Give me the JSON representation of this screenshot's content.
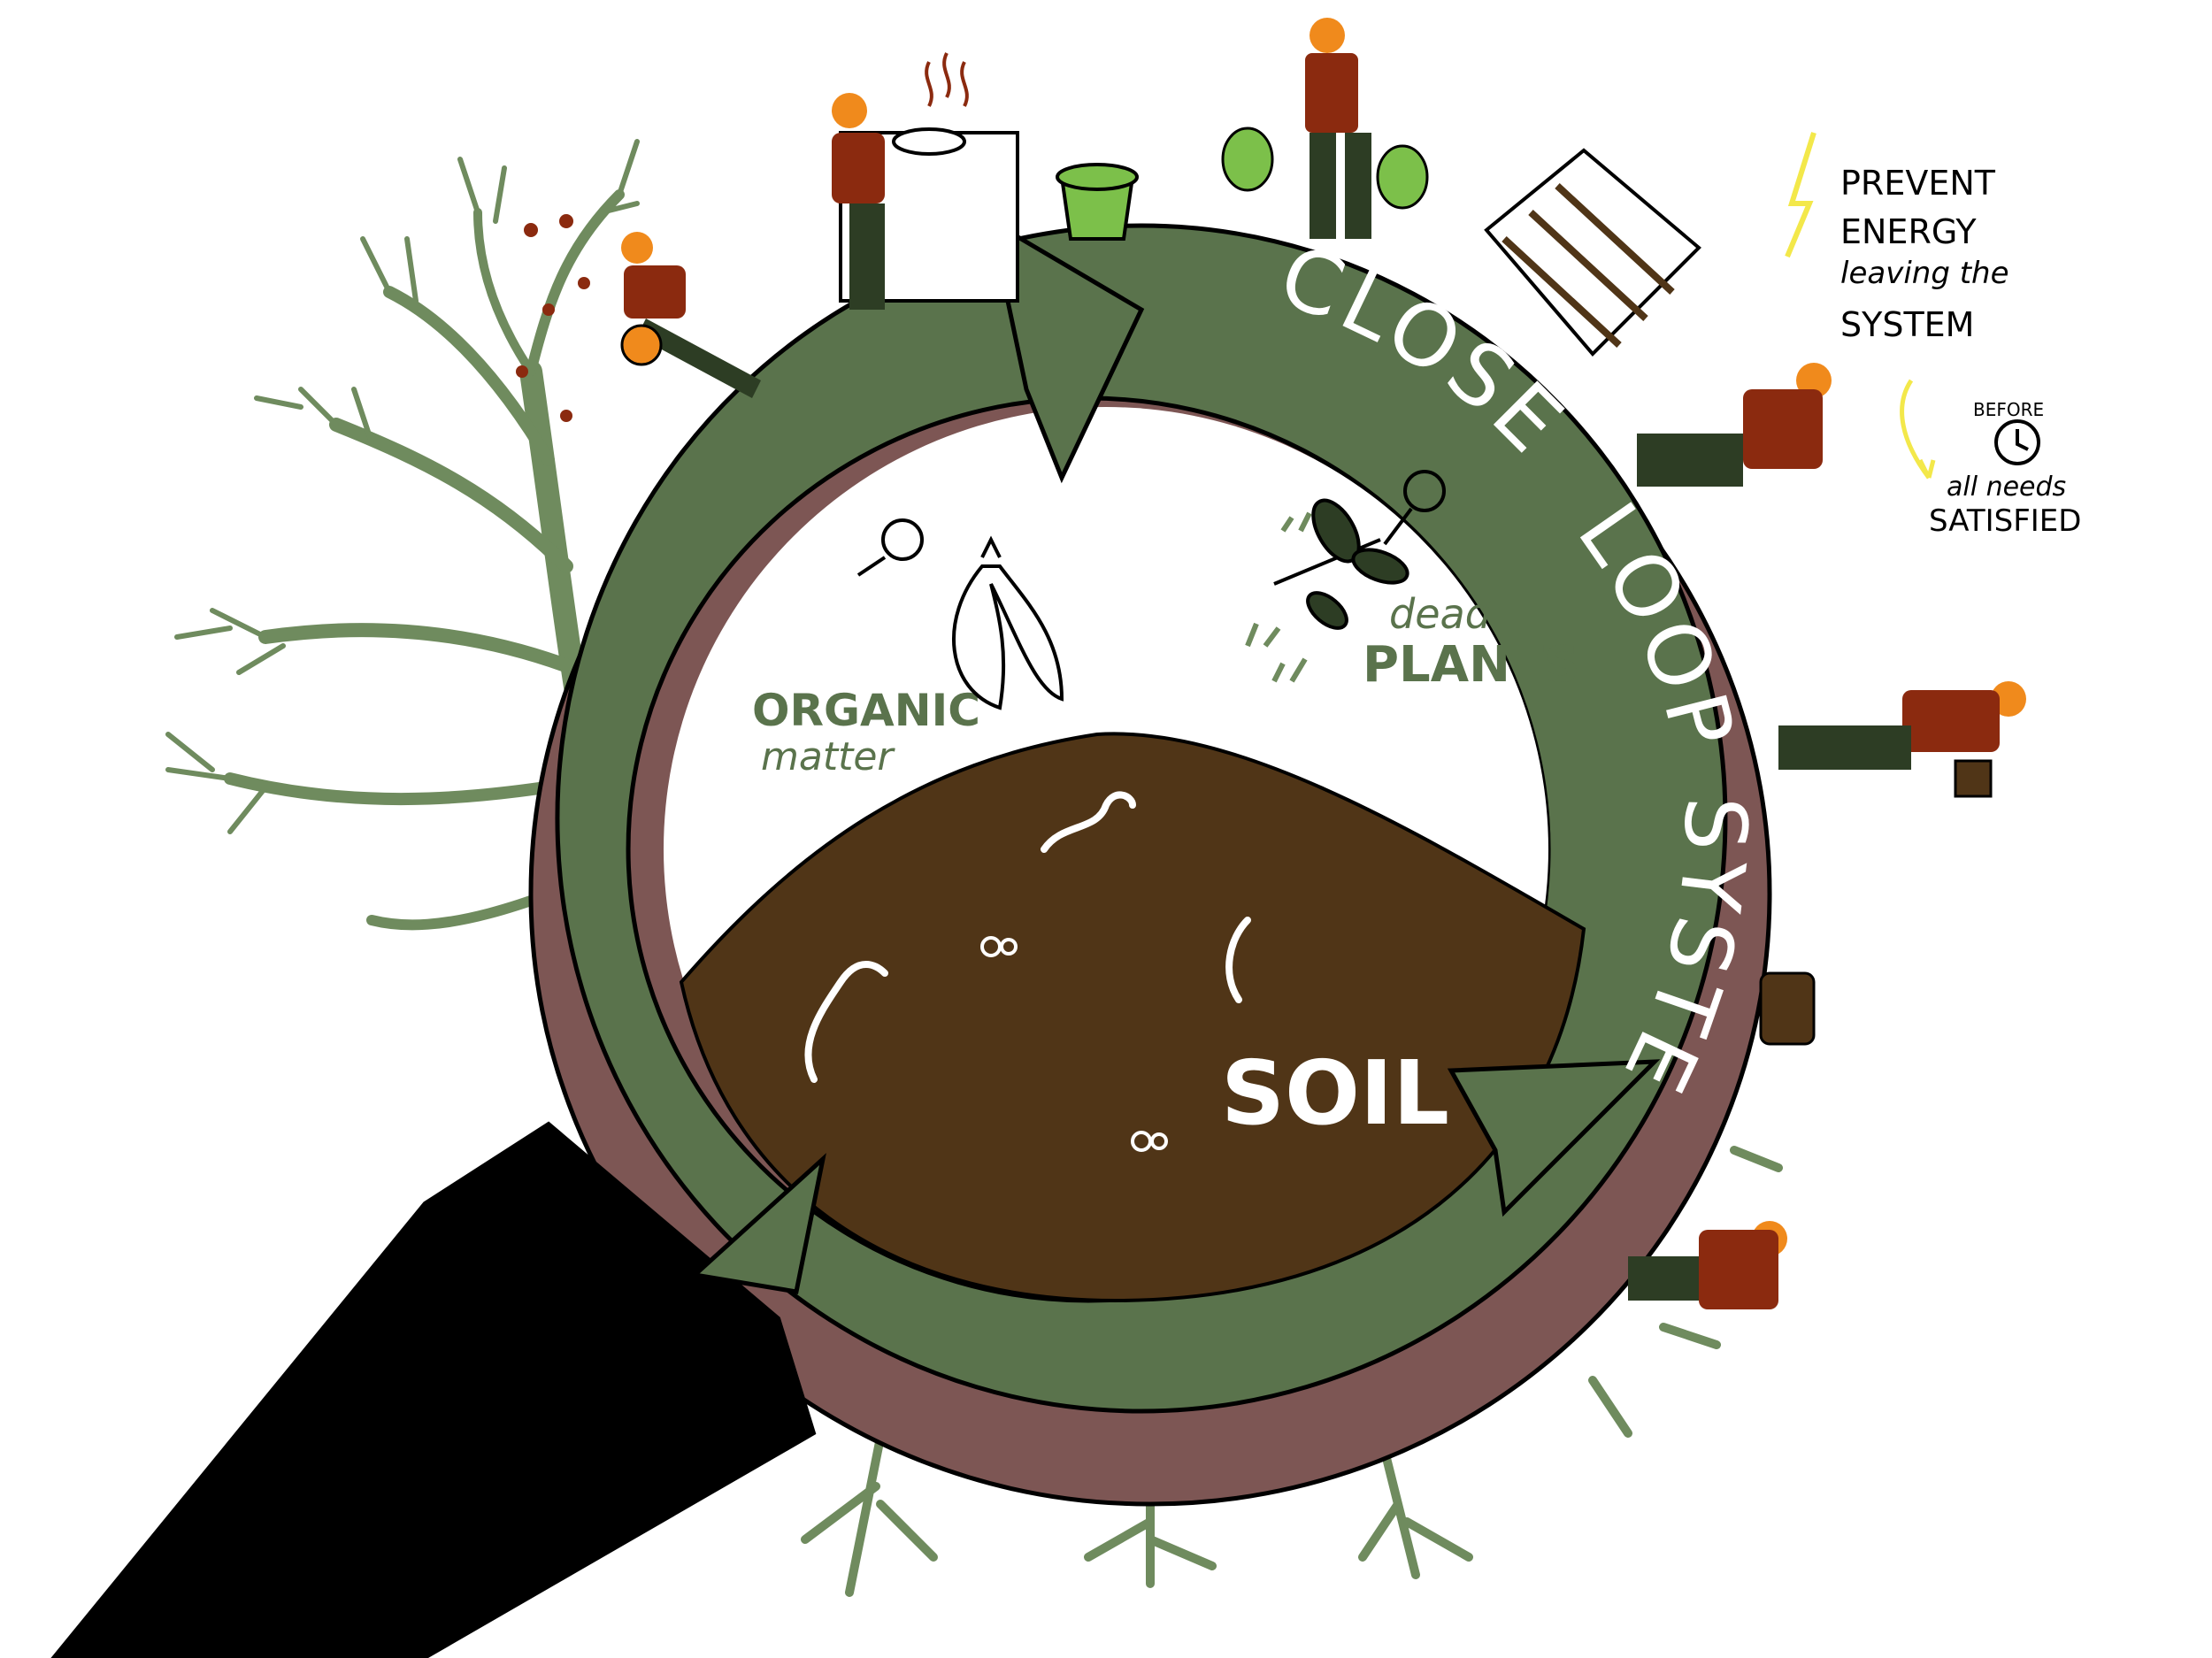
{
  "ring_title": {
    "close": "CLOSE",
    "loop": "LOOP",
    "system": "SYSTEM"
  },
  "labels": {
    "organic_1": "ORGANIC",
    "organic_2": "matter",
    "dead_1": "dead",
    "dead_2": "PLANTS",
    "soil": "SOIL"
  },
  "notes": {
    "prevent_1": "PREVENT",
    "prevent_2": "ENERGY",
    "prevent_3": "leaving the",
    "prevent_4": "SYSTEM",
    "before": "BEFORE",
    "needs_1": "all needs",
    "needs_2": "SATISFIED"
  },
  "colors": {
    "ring": "#5a734c",
    "soil": "#503517",
    "rim": "#7d5654",
    "plant": "#6f8b5e",
    "shirt": "#8b2a0f",
    "skin": "#f08a1c",
    "pants": "#2d3d24",
    "bin": "#7cc04a",
    "bolt": "#f3e84a",
    "arm": "#000000"
  },
  "icons": [
    "tree-icon",
    "person-icon",
    "stove-icon",
    "bin-icon",
    "compost-crate-icon",
    "worm-icon",
    "bug-icon",
    "banana-peel-icon",
    "lightning-icon",
    "clock-icon",
    "arrow-icon"
  ]
}
